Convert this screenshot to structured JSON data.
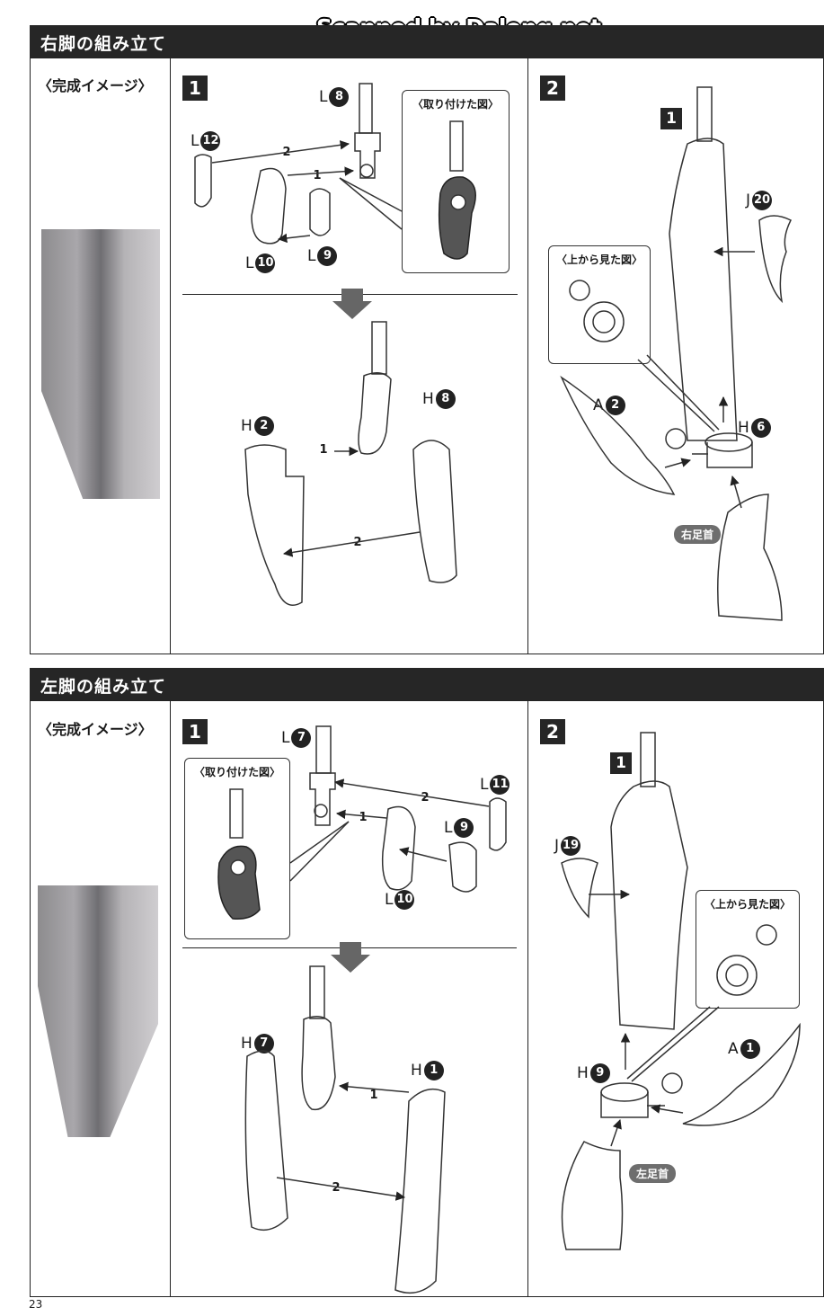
{
  "watermark": "Scanned by Dalong.net",
  "page_number": "23",
  "right_leg": {
    "title": "右脚の組み立て",
    "image_title": "〈完成イメージ〉",
    "step1": {
      "badge": "1",
      "inset_title": "〈取り付けた図〉",
      "labels": {
        "l8": "L",
        "l8n": "8",
        "l12": "L",
        "l12n": "12",
        "l10": "L",
        "l10n": "10",
        "l9": "L",
        "l9n": "9",
        "h2": "H",
        "h2n": "2",
        "h8": "H",
        "h8n": "8"
      },
      "arrows": {
        "a1": "1",
        "a2": "2",
        "b1": "1",
        "b2": "2"
      }
    },
    "step2": {
      "badge": "2",
      "sub_badge": "1",
      "inset_title": "〈上から見た図〉",
      "labels": {
        "j20": "J",
        "j20n": "20",
        "a2": "A",
        "a2n": "2",
        "h6": "H",
        "h6n": "6"
      },
      "tag": "右足首"
    }
  },
  "left_leg": {
    "title": "左脚の組み立て",
    "image_title": "〈完成イメージ〉",
    "step1": {
      "badge": "1",
      "inset_title": "〈取り付けた図〉",
      "labels": {
        "l7": "L",
        "l7n": "7",
        "l11": "L",
        "l11n": "11",
        "l9": "L",
        "l9n": "9",
        "l10": "L",
        "l10n": "10",
        "h7": "H",
        "h7n": "7",
        "h1": "H",
        "h1n": "1"
      },
      "arrows": {
        "a1": "1",
        "a2": "2",
        "b1": "1",
        "b2": "2"
      }
    },
    "step2": {
      "badge": "2",
      "sub_badge": "1",
      "inset_title": "〈上から見た図〉",
      "labels": {
        "j19": "J",
        "j19n": "19",
        "a1": "A",
        "a1n": "1",
        "h9": "H",
        "h9n": "9"
      },
      "tag": "左足首"
    }
  }
}
